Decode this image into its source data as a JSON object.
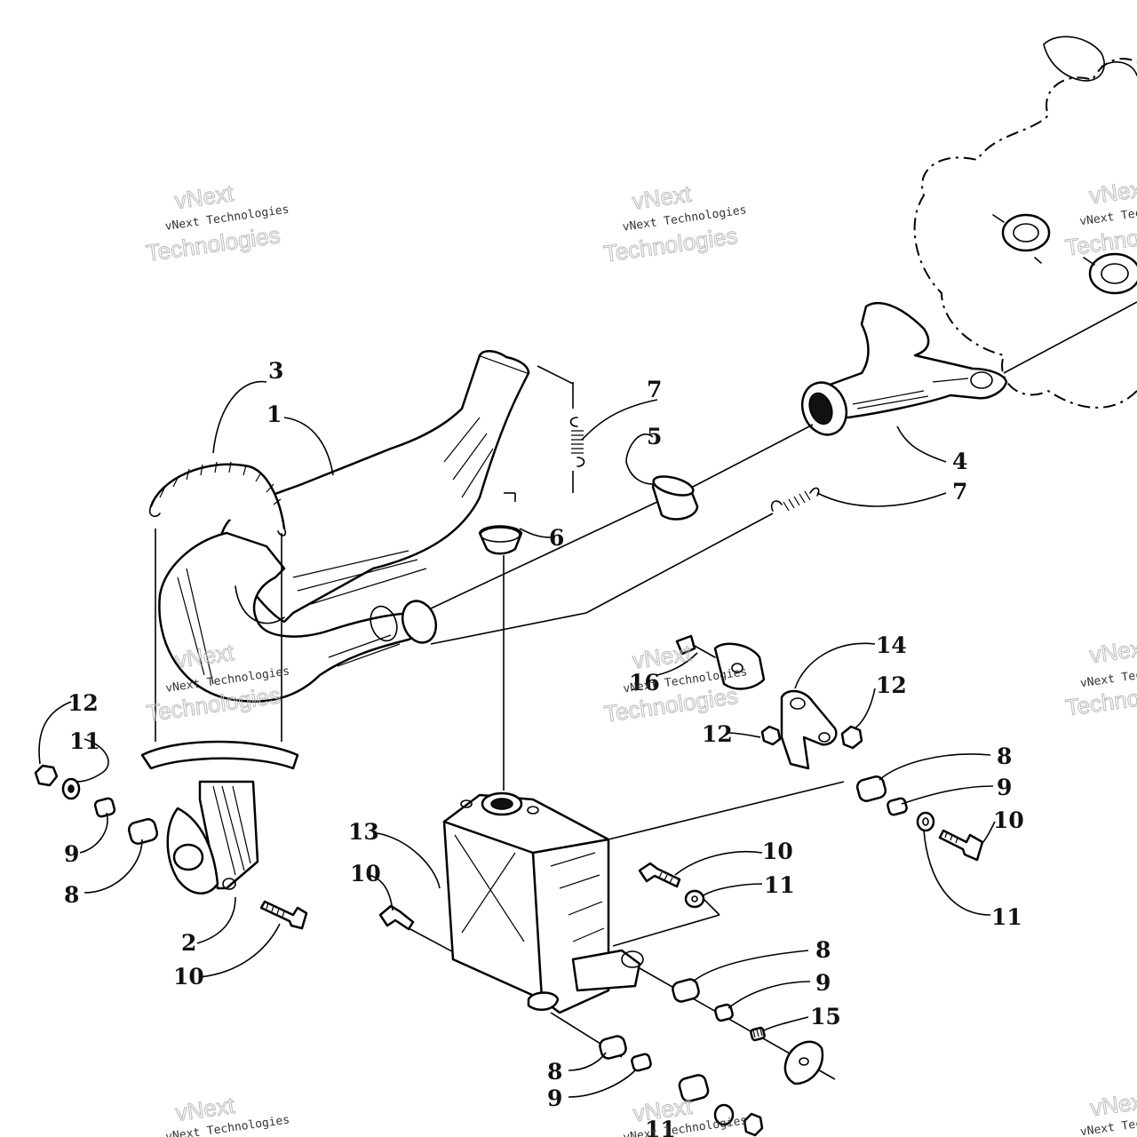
{
  "watermark": {
    "line_top": "vNext",
    "line_small": "vNext Technologies",
    "line_big": "Technologies"
  },
  "callouts": {
    "c1": "1",
    "c2": "2",
    "c3": "3",
    "c4": "4",
    "c5": "5",
    "c6": "6",
    "c7a": "7",
    "c7b": "7",
    "c8a": "8",
    "c8b": "8",
    "c8c": "8",
    "c8d": "8",
    "c9a": "9",
    "c9b": "9",
    "c9c": "9",
    "c9d": "9",
    "c10a": "10",
    "c10b": "10",
    "c10c": "10",
    "c10d": "10",
    "c11a": "11",
    "c11b": "11",
    "c11c": "11",
    "c11d": "11",
    "c12a": "12",
    "c12b": "12",
    "c12c": "12",
    "c13": "13",
    "c14": "14",
    "c15": "15",
    "c16": "16"
  }
}
